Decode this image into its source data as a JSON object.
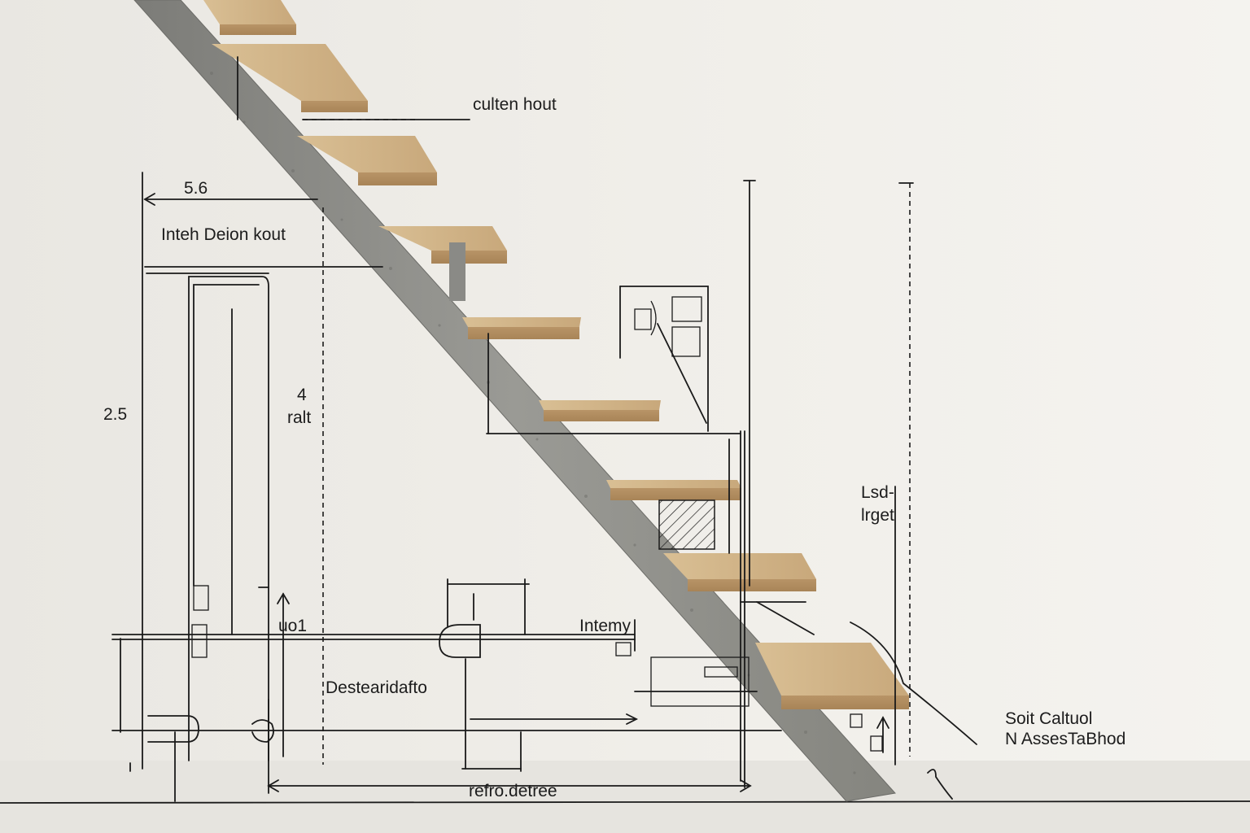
{
  "labels": {
    "top_right": "culten hout",
    "dimension_top": "5.6",
    "header_left": "Inteh Deion kout",
    "height_left": "2.5",
    "mid_value": "4",
    "mid_unit": "ralt",
    "small_left": "uo1",
    "center_bottom": "Destearidafto",
    "inline_mid": "Intemy",
    "right_mid_1": "Lsd-",
    "right_mid_2": "lrget",
    "note_right_1": "Soit Caltuol",
    "note_right_2": "N AssesTaBhod",
    "bottom_dim": "refro.detree"
  },
  "colors": {
    "wall": "#eeece7",
    "floor": "#e7e5e0",
    "wood": "#c9a878",
    "concrete": "#8c8c88",
    "ink": "#1a1a1a"
  }
}
